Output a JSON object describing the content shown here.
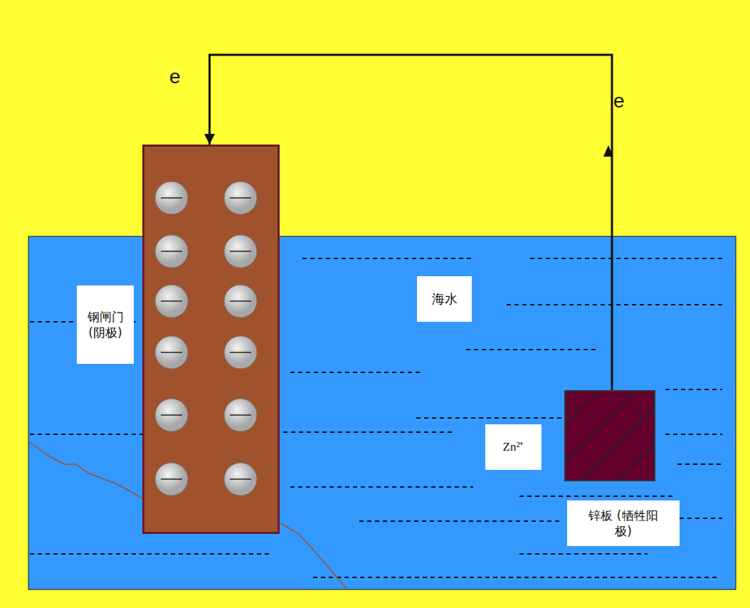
{
  "diagram": {
    "nodes": [
      {
        "text": [
          "钢闸门 (阴极)"
        ]
      },
      {
        "text": [
          "锌板 (牺牲阳极)"
        ]
      }
    ],
    "edges": [
      {
        "from": 1,
        "to": 0,
        "arrow": "to"
      }
    ],
    "labels": [
      "e",
      "e",
      "海水",
      "Zn²⁺"
    ]
  }
}
